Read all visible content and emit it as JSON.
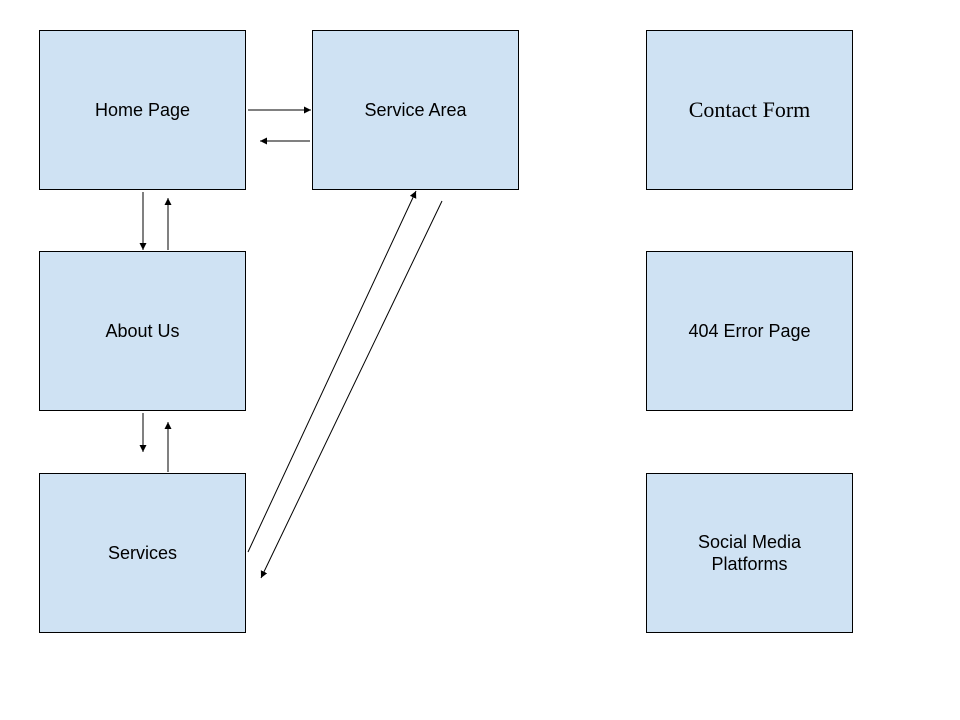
{
  "diagram": {
    "nodes": {
      "home": "Home Page",
      "service_area": "Service Area",
      "contact_form": "Contact Form",
      "about_us": "About Us",
      "error_404": "404 Error Page",
      "services": "Services",
      "social_media": "Social Media\nPlatforms"
    },
    "edges": [
      {
        "from": "Home Page",
        "to": "Service Area"
      },
      {
        "from": "Service Area",
        "to": "Home Page"
      },
      {
        "from": "Home Page",
        "to": "About Us"
      },
      {
        "from": "About Us",
        "to": "Home Page"
      },
      {
        "from": "About Us",
        "to": "Services"
      },
      {
        "from": "Services",
        "to": "About Us"
      },
      {
        "from": "Services",
        "to": "Service Area"
      },
      {
        "from": "Service Area",
        "to": "Services"
      }
    ],
    "colors": {
      "node_fill": "#cfe2f3",
      "border": "#000000"
    }
  }
}
